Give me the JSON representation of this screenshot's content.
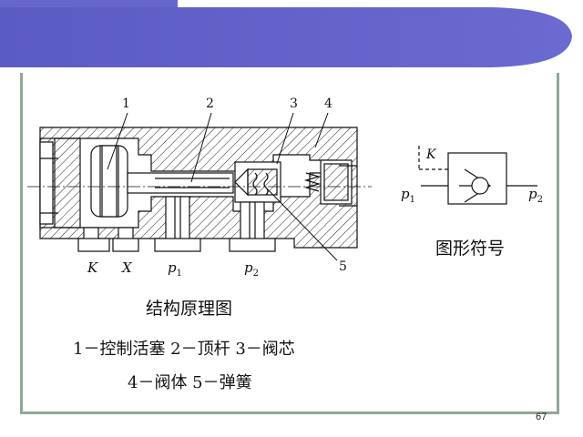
{
  "slide": {
    "page_number": "67",
    "banner_color": "#6666cc",
    "frame_color": "#8fa894"
  },
  "structure": {
    "part_labels": [
      "1",
      "2",
      "3",
      "4",
      "5"
    ],
    "port_labels": [
      "K",
      "X",
      "p",
      "1",
      "p",
      "2"
    ],
    "caption": "结构原理图"
  },
  "legend": {
    "line1": "1－控制活塞  2－顶杆  3－阀芯",
    "line2": "4－阀体  5－弹簧"
  },
  "symbol": {
    "k_label": "K",
    "p1_base": "p",
    "p1_sub": "1",
    "p2_base": "p",
    "p2_sub": "2",
    "caption": "图形符号"
  }
}
